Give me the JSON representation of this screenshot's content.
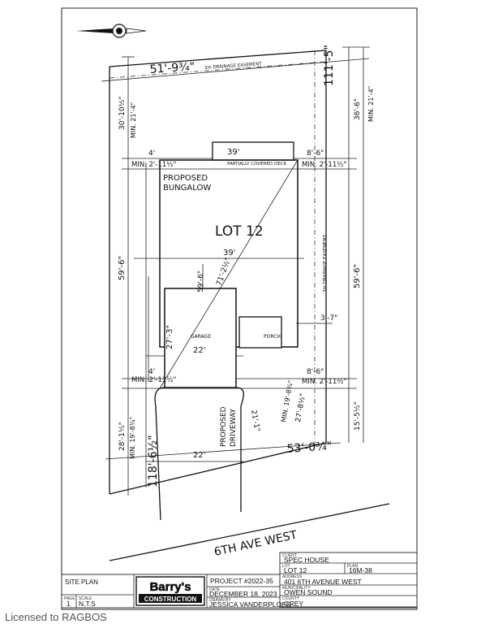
{
  "plan": {
    "lot": "LOT 12",
    "house_label": [
      "PROPOSED",
      "BUNGALOW"
    ],
    "driveway_label": [
      "PROPOSED",
      "DRIVEWAY"
    ],
    "garage": "GARAGE",
    "porch": "PORCH",
    "deck": "PARTIALLY COVERED DECK",
    "street": "6TH AVE WEST",
    "easement_rear": "3m DRAINAGE EASEMENT",
    "easement_side": "3m DRAINAGE EASEMENT",
    "dims": {
      "rear_width": "51'-9¾\"",
      "right_length": "111'-5\"",
      "left_length": "118'-6½\"",
      "front_width": "53'-0¾\"",
      "rear_setback_left": "30'-10½\"",
      "rear_setback_left_min": "MIN. 21'-4\"",
      "rear_setback_right": "36'-6\"",
      "rear_setback_right_min": "MIN. 21'-4\"",
      "deck_width": "39'",
      "house_width": "39'",
      "garage_width": "22'",
      "driveway_width": "22'",
      "left_side_top": "4'",
      "left_side_top_min": "MIN. 2'-11½\"",
      "right_side_top": "8'-6\"",
      "right_side_top_min": "MIN. 2'-11½\"",
      "left_side_bottom": "4'",
      "left_side_bottom_min": "MIN. 2'-11½\"",
      "right_side_bottom": "8'-6\"",
      "right_side_bottom_min": "MIN. 2'-11½\"",
      "porch_offset": "3'-7\"",
      "house_depth_left": "59'-6\"",
      "house_depth_inner": "59'-6\"",
      "house_depth_right": "59'-6\"",
      "diagonal": "71'-2½\"",
      "garage_depth": "27'-3\"",
      "front_setback_left": "28'-1½\"",
      "front_setback_left_min": "MIN. 19'-8¾\"",
      "front_setback_right": "15'-5½\"",
      "front_setback_diag": "27'-8½\"",
      "front_setback_diag_min": "MIN. 19'-8¾\"",
      "driveway_angle": "21'-1\""
    }
  },
  "title_block": {
    "sheet_title": "SITE PLAN",
    "page_label": "PAGE",
    "page_value": "1",
    "scale_label": "SCALE",
    "scale_value": "N.T.S",
    "logo_top": "Barry's",
    "logo_bottom": "CONSTRUCTION",
    "project": "PROJECT #2022-35",
    "date_label": "DATE",
    "date_value": "DECEMBER 18, 2023",
    "drawn_label": "DRAWN BY",
    "drawn_value": "JESSICA VANDERPLOEG",
    "client_label": "CLIENT",
    "client_value": "SPEC HOUSE",
    "lot_label": "LOT",
    "lot_value": "LOT 12",
    "plan_label": "PLAN",
    "plan_value": "16M-38",
    "address_label": "ADDRESS",
    "address_value": "401 6TH AVENUE WEST",
    "municipality_label": "MUNICIPALITY",
    "municipality_value": "OWEN SOUND",
    "county_label": "COUNTY",
    "county_value": "GREY"
  },
  "license": "Licensed to RAGBOS"
}
